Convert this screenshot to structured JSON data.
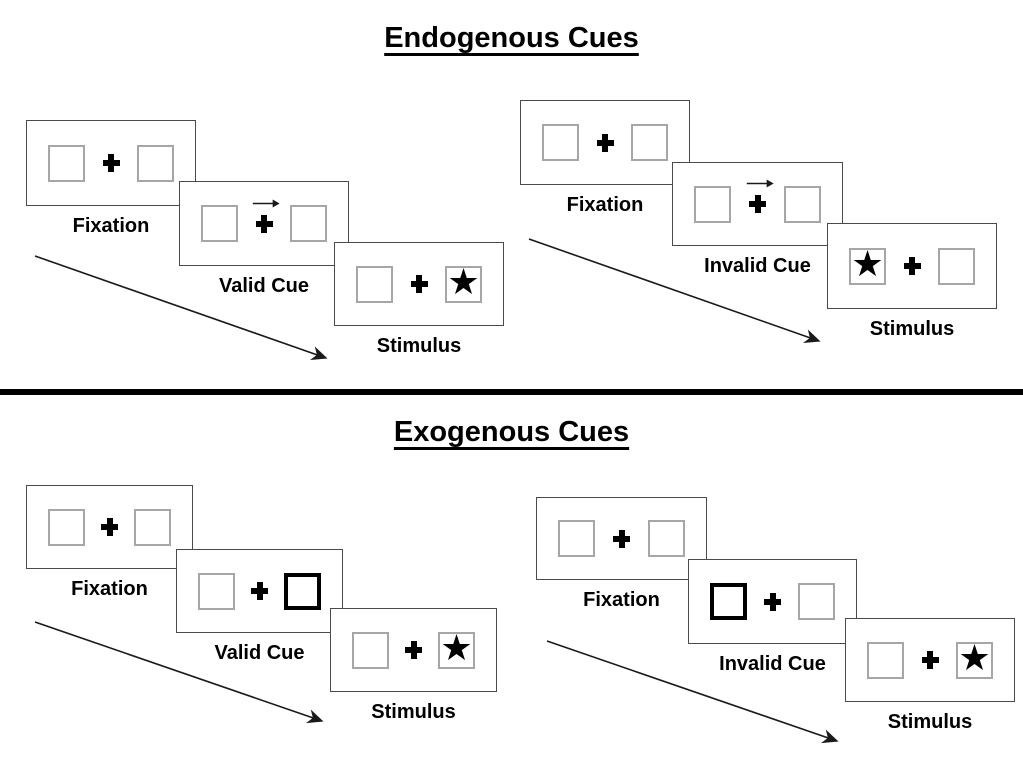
{
  "glyphs": {
    "star": "★"
  },
  "colors": {
    "ink": "#000000",
    "panel_border": "#4a4a4a",
    "square_border": "#a6a6a6",
    "bold_square_border": "#000000"
  },
  "sections": [
    {
      "title": "Endogenous Cues",
      "groups": [
        {
          "name": "valid-trial",
          "panels": [
            {
              "label": "Fixation"
            },
            {
              "label": "Valid Cue"
            },
            {
              "label": "Stimulus"
            }
          ]
        },
        {
          "name": "invalid-trial",
          "panels": [
            {
              "label": "Fixation"
            },
            {
              "label": "Invalid Cue"
            },
            {
              "label": "Stimulus"
            }
          ]
        }
      ]
    },
    {
      "title": "Exogenous Cues",
      "groups": [
        {
          "name": "valid-trial",
          "panels": [
            {
              "label": "Fixation"
            },
            {
              "label": "Valid Cue"
            },
            {
              "label": "Stimulus"
            }
          ]
        },
        {
          "name": "invalid-trial",
          "panels": [
            {
              "label": "Fixation"
            },
            {
              "label": "Invalid Cue"
            },
            {
              "label": "Stimulus"
            }
          ]
        }
      ]
    }
  ]
}
